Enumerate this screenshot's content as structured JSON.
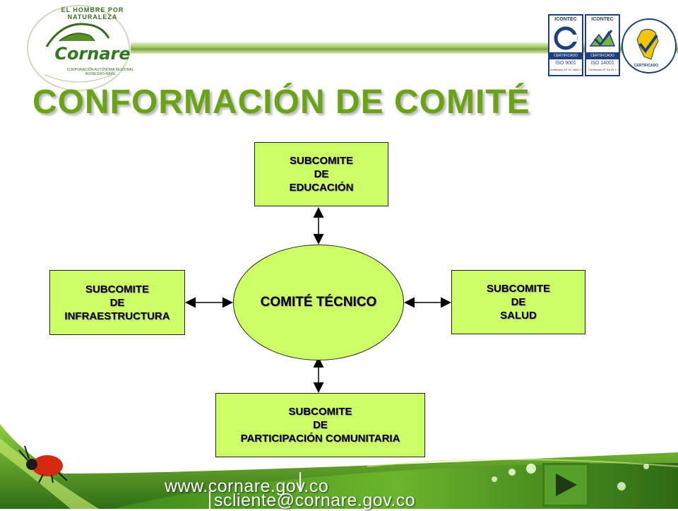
{
  "logo": {
    "arc_text": "EL HOMBRE POR NATURALEZA",
    "name": "Cornare",
    "subtitle": "CORPORACIÓN AUTÓNOMA REGIONAL RIONEGRO-NARE"
  },
  "title": "CONFORMACIÓN DE COMITÉ",
  "certifications": [
    {
      "brand": "ICONTEC",
      "band": "CERTIFICADO",
      "standard": "ISO 9001",
      "number": "Certificado Nº SC 1544-1"
    },
    {
      "brand": "ICONTEC",
      "band": "CERTIFICADO",
      "standard": "ISO 14001",
      "number": "Certificado Nº SA 05-1"
    },
    {
      "label": "CERTIFICADO"
    }
  ],
  "diagram": {
    "center": "COMITÉ TÉCNICO",
    "top": [
      "SUBCOMITE",
      "DE",
      "EDUCACIÓN"
    ],
    "left": [
      "SUBCOMITE",
      "DE",
      "INFRAESTRUCTURA"
    ],
    "right": [
      "SUBCOMITE",
      "DE",
      "SALUD"
    ],
    "bottom": [
      "SUBCOMITE",
      "DE",
      "PARTICIPACIÓN COMUNITARIA"
    ]
  },
  "footer": {
    "website": "www.cornare.gov.co",
    "email": "scliente@cornare.gov.co"
  },
  "colors": {
    "box_fill": "#ccff66",
    "title": "#6aa318",
    "grass": "#3d7d1c"
  },
  "icons": {
    "nav": "play-next-icon"
  }
}
